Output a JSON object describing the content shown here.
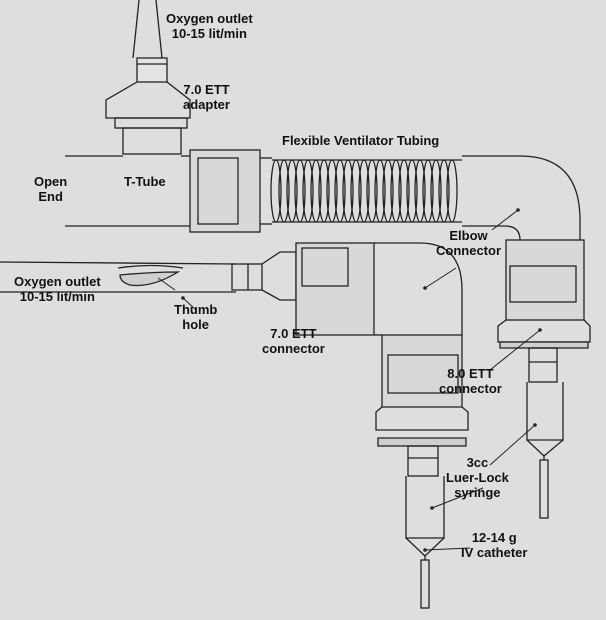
{
  "colors": {
    "background": "#dedede",
    "stroke": "#222222",
    "fill": "#d8d8d8"
  },
  "labels": {
    "oxygen_top": [
      "Oxygen outlet",
      "10-15 lit/min"
    ],
    "ett_adapter": [
      "7.0 ETT",
      "adapter"
    ],
    "flexible_tubing": [
      "Flexible Ventilator Tubing"
    ],
    "open_end": [
      "Open",
      "End"
    ],
    "t_tube": [
      "T-Tube"
    ],
    "elbow_connector": [
      "Elbow",
      "Connector"
    ],
    "oxygen_left": [
      "Oxygen outlet",
      "10-15 lit/min"
    ],
    "thumb_hole": [
      "Thumb",
      "hole"
    ],
    "ett_connector_7": [
      "7.0 ETT",
      "connector"
    ],
    "ett_connector_8": [
      "8.0 ETT",
      "connector"
    ],
    "syringe": [
      "3cc",
      "Luer-Lock",
      "syringe"
    ],
    "iv_catheter": [
      "12-14 g",
      "IV catheter"
    ]
  }
}
